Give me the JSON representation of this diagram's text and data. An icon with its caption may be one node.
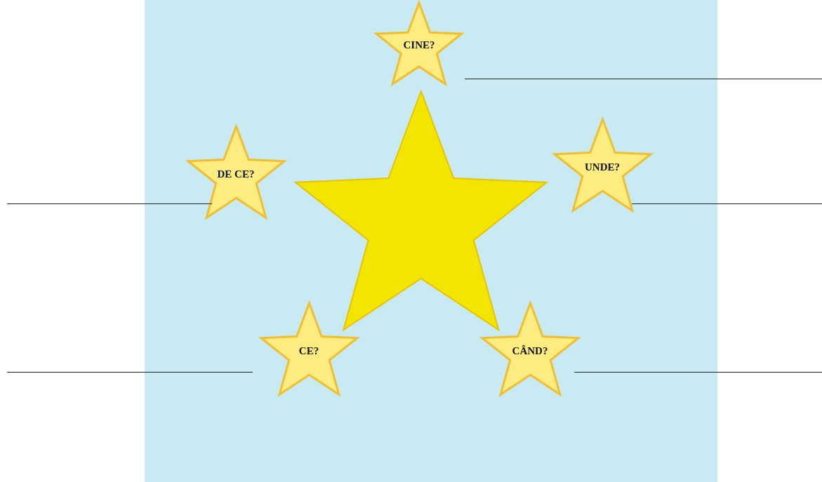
{
  "diagram": {
    "nodes": [
      {
        "text": [],
        "shape": "star"
      },
      {
        "text": [
          "CINE?"
        ]
      },
      {
        "text": [
          "DE CE?"
        ]
      },
      {
        "text": [
          "UNDE?"
        ]
      },
      {
        "text": [
          "CE?"
        ]
      },
      {
        "text": [
          "CÂND?"
        ]
      }
    ]
  }
}
